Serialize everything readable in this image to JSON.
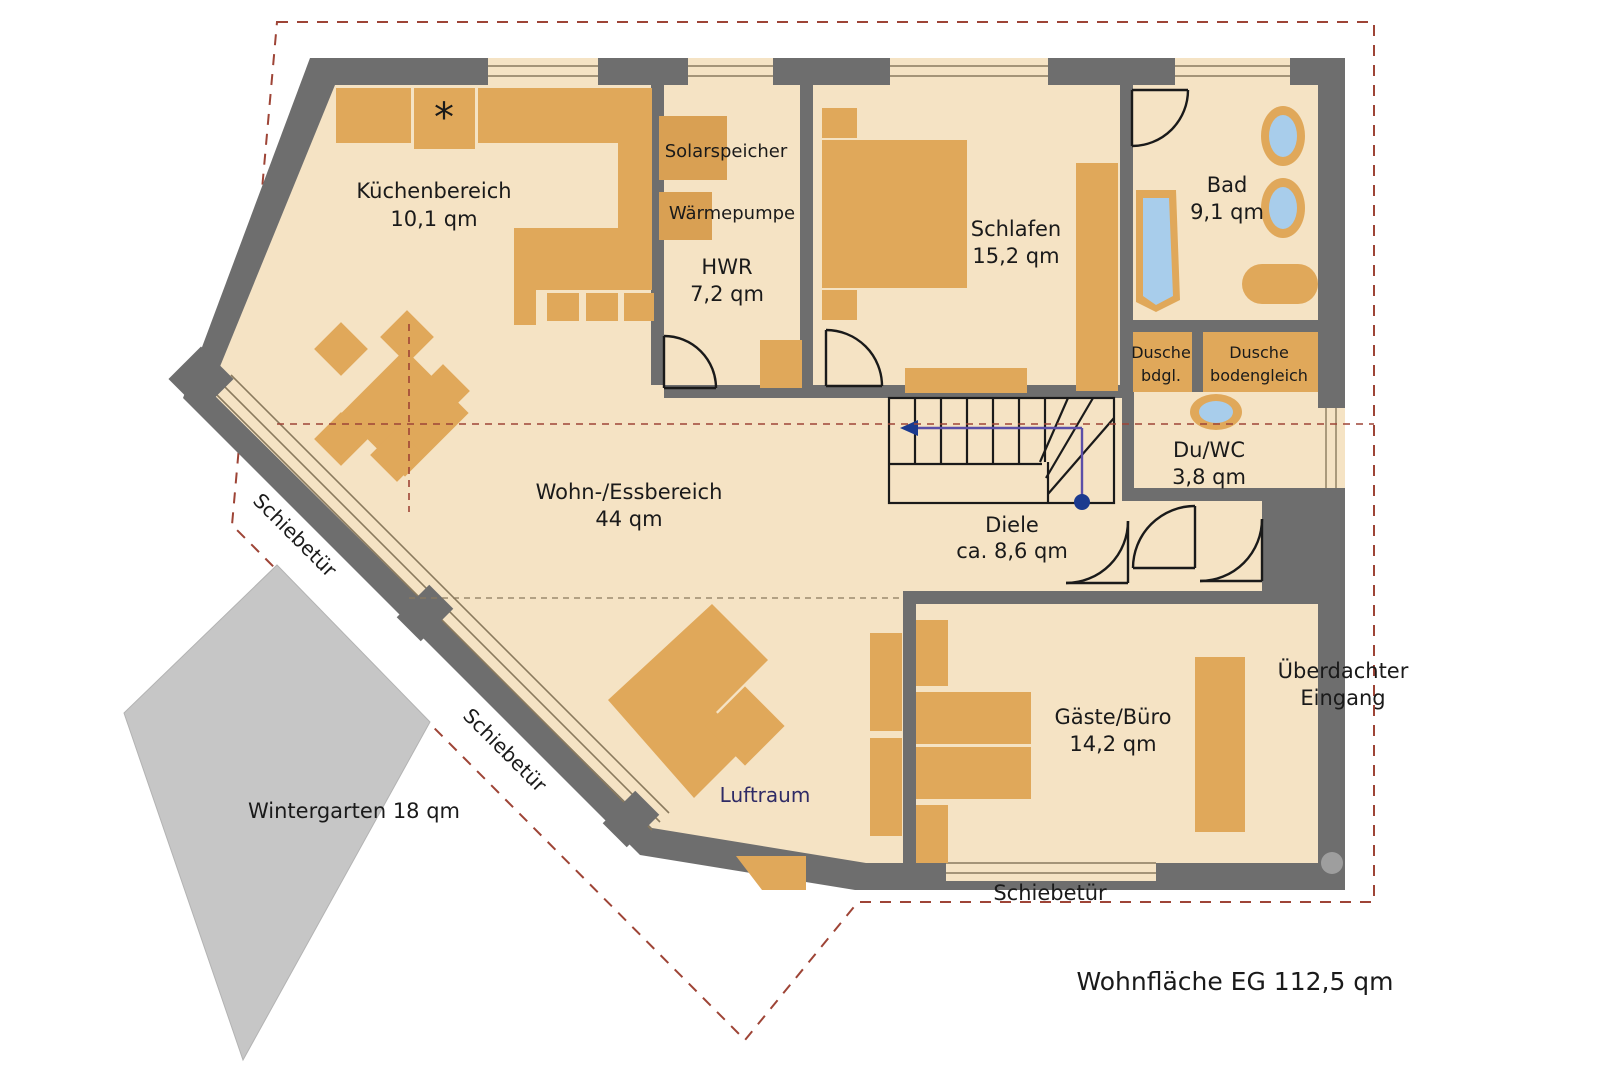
{
  "plan": {
    "title_footer": "Wohnfläche EG 112,5 qm",
    "colors": {
      "wall": "#6e6e6e",
      "floor": "#f5e3c4",
      "furniture": "#e0a85a",
      "water": "#a8cdeb",
      "conservatory": "#c6c6c6",
      "boundary_dash": "#9e4436",
      "accent_blue": "#1b3a8f",
      "luftraum_text": "#2f2b66"
    }
  },
  "rooms": [
    {
      "id": "kuechenbereich",
      "name": "Küchenbereich",
      "area": "10,1 qm"
    },
    {
      "id": "hwr",
      "name": "HWR",
      "area": "7,2 qm"
    },
    {
      "id": "schlafen",
      "name": "Schlafen",
      "area": "15,2 qm"
    },
    {
      "id": "bad",
      "name": "Bad",
      "area": "9,1 qm"
    },
    {
      "id": "duwc",
      "name": "Du/WC",
      "area": "3,8 qm"
    },
    {
      "id": "wohn-ess",
      "name": "Wohn-/Essbereich",
      "area": "44 qm"
    },
    {
      "id": "diele",
      "name": "Diele",
      "area": "ca. 8,6 qm"
    },
    {
      "id": "gaeste-buero",
      "name": "Gäste/Büro",
      "area": "14,2 qm"
    }
  ],
  "equipment": [
    {
      "id": "solarspeicher",
      "label": "Solarspeicher"
    },
    {
      "id": "waermepumpe",
      "label": "Wärmepumpe"
    },
    {
      "id": "dusche-bdgl-1",
      "label": "Dusche"
    },
    {
      "id": "dusche-bdgl-2",
      "label": "bdgl."
    },
    {
      "id": "dusche-bg-1",
      "label": "Dusche"
    },
    {
      "id": "dusche-bg-2",
      "label": "bodengleich"
    }
  ],
  "annotations": {
    "schiebetuer_nw": "Schiebetür",
    "schiebetuer_sw": "Schiebetür",
    "schiebetuer_south": "Schiebetür",
    "luftraum": "Luftraum",
    "wintergarten": "Wintergarten 18 qm",
    "eingang_line1": "Überdachter",
    "eingang_line2": "Eingang",
    "kitchen_star": "*"
  }
}
